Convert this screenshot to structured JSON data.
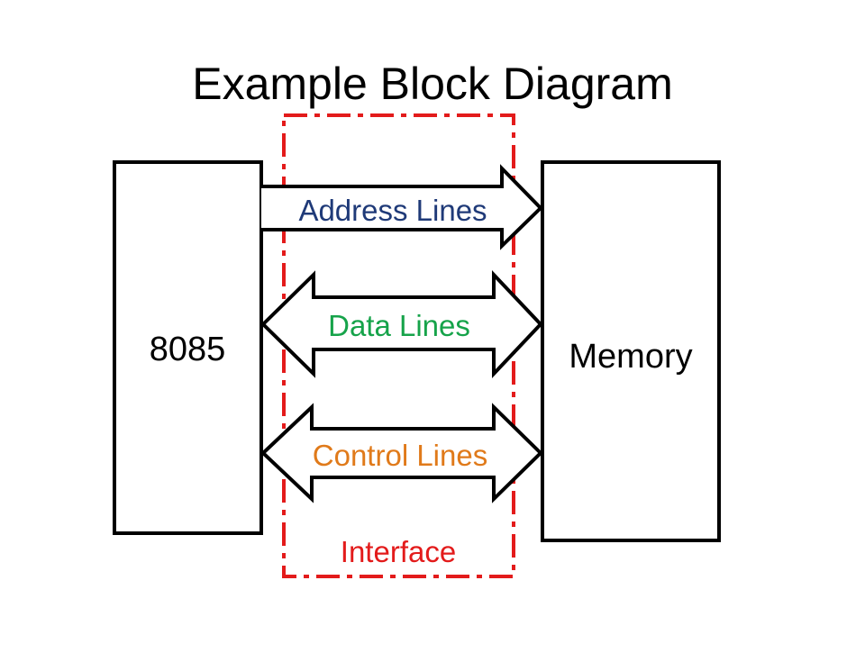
{
  "title": "Example Block Diagram",
  "blocks": {
    "cpu": "8085",
    "memory": "Memory"
  },
  "buses": {
    "address": "Address Lines",
    "data": "Data Lines",
    "control": "Control Lines"
  },
  "interface": {
    "label": "Interface"
  },
  "colors": {
    "address": "#1f3a78",
    "data": "#16a34a",
    "control": "#e07a1a",
    "interface": "#e31b1b",
    "outline": "#000000"
  }
}
